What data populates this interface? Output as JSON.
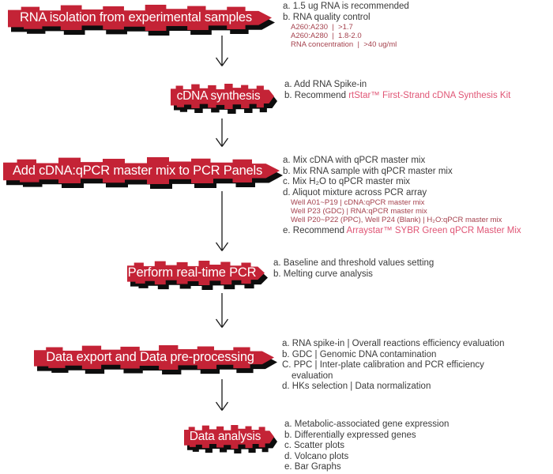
{
  "colors": {
    "banner_red": "#c42336",
    "banner_shadow": "#0d0d0d",
    "banner_text": "#ffffff",
    "note_text": "#3a3a3a",
    "subnote_red": "#a5424e",
    "product_pink": "#e05575"
  },
  "steps": [
    {
      "banner": "RNA isolation from experimental samples",
      "notes": {
        "a": "a. 1.5 ug RNA is recommended",
        "b": "b. RNA quality control",
        "sub1": "A260:A230  |  >1.7",
        "sub2": "A260:A280  |  1.8-2.0",
        "sub3": "RNA concentration  |  >40 ug/ml"
      }
    },
    {
      "banner": "cDNA synthesis",
      "notes": {
        "a": "a. Add RNA Spike-in",
        "b_prefix": "b. Recommend ",
        "b_product": "rtStar™ First-Strand cDNA Synthesis Kit"
      }
    },
    {
      "banner": "Add cDNA:qPCR master mix to PCR Panels",
      "notes": {
        "a": "a. Mix cDNA with qPCR master mix",
        "b": "b. Mix RNA sample with qPCR master mix",
        "c": "c. Mix H₂O to qPCR master mix",
        "d": "d. Aliquot mixture across PCR array",
        "sub1": "Well A01~P19 | cDNA:qPCR master mix",
        "sub2": "Well P23 (GDC) | RNA:qPCR master mix",
        "sub3": "Well P20~P22 (PPC), Well P24 (Blank) | H₂O:qPCR master mix",
        "e_prefix": "e. Recommend ",
        "e_product": "Arraystar™ SYBR Green qPCR Master Mix"
      }
    },
    {
      "banner": "Perform real-time PCR",
      "notes": {
        "a": "a. Baseline and threshold values setting",
        "b": "b. Melting curve analysis"
      }
    },
    {
      "banner": "Data export and Data pre-processing",
      "notes": {
        "a": "a. RNA spike-in | Overall reactions efficiency evaluation",
        "b": "b. GDC | Genomic DNA contamination",
        "c": "C. PPC | Inter-plate calibration and PCR efficiency",
        "c_cont": "evaluation",
        "d": "d. HKs selection | Data normalization"
      }
    },
    {
      "banner": "Data analysis",
      "notes": {
        "a": "a. Metabolic-associated gene expression",
        "b": "b. Differentially expressed genes",
        "c": "c. Scatter plots",
        "d": "d. Volcano plots",
        "e": "e. Bar Graphs"
      }
    }
  ]
}
